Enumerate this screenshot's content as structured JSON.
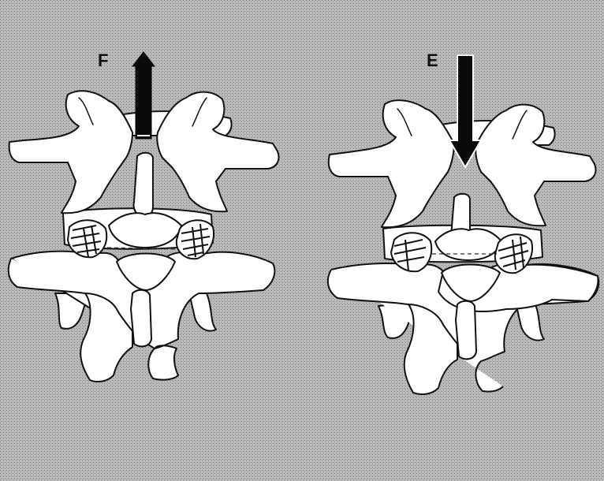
{
  "figure": {
    "background_color": "#b8b8b8",
    "bone_color": "#ffffff",
    "arrow_color": "#0a0a0a"
  },
  "panels": [
    {
      "label": "F",
      "arrow_direction": "up",
      "arrow_icon": "arrow-up-icon"
    },
    {
      "label": "E",
      "arrow_direction": "down",
      "arrow_icon": "arrow-down-icon"
    }
  ]
}
